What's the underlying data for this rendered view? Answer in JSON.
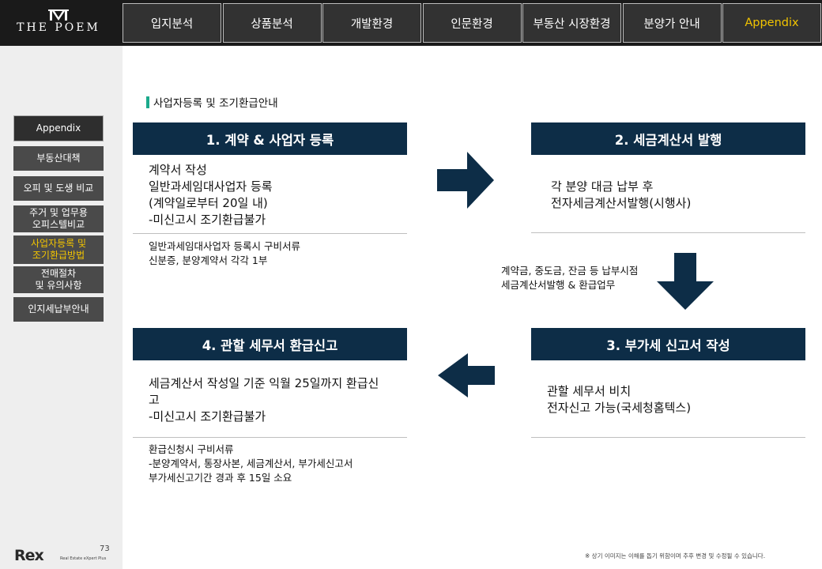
{
  "brand": {
    "logo_text": "THE POEM"
  },
  "nav": {
    "tabs": [
      {
        "label": "입지분석"
      },
      {
        "label": "상품분석"
      },
      {
        "label": "개발환경"
      },
      {
        "label": "인문환경"
      },
      {
        "label": "부동산  시장환경"
      },
      {
        "label": "분양가 안내"
      },
      {
        "label": "Appendix"
      }
    ],
    "active_tab": "Appendix",
    "active_color": "#f2c400"
  },
  "sidebar": {
    "items": [
      {
        "label": "Appendix"
      },
      {
        "label": "부동산대책"
      },
      {
        "label": "오피 및 도생 비교"
      },
      {
        "label": "주거 및 업무용\n오피스텔비교"
      },
      {
        "label": "사업자등록 및\n조기환급방법"
      },
      {
        "label": "전매절차\n및 유의사항"
      },
      {
        "label": "인지세납부안내"
      }
    ],
    "active_item": "사업자등록 및 조기환급방법",
    "page_number": "73",
    "footer_brand": "Rex",
    "footer_brand_sub": "Real Estate eXpert Plus"
  },
  "content": {
    "section_title": "사업자등록 및 조기환급안내",
    "accent_color": "#1ba98b",
    "header_color": "#0d2d47",
    "steps": [
      {
        "title": "1. 계약 & 사업자 등록",
        "main_lines": [
          "계약서 작성",
          "일반과세임대사업자 등록",
          "(계약일로부터 20일 내)",
          "-미신고시 조기환급불가"
        ],
        "sub_lines": [
          "일반과세임대사업자 등록시 구비서류",
          "신분증, 분양계약서 각각 1부"
        ]
      },
      {
        "title": "2. 세금계산서 발행",
        "main_lines": [
          "각 분양 대금 납부 후",
          "전자세금계산서발행(시행사)"
        ],
        "sub_lines": []
      },
      {
        "title": "3. 부가세 신고서 작성",
        "main_lines": [
          "관할 세무서 비치",
          "전자신고 가능(국세청홈텍스)"
        ],
        "sub_lines": []
      },
      {
        "title": "4. 관할 세무서 환급신고",
        "main_lines": [
          "세금계산서 작성일 기준 익월 25일까지 환급신",
          "고",
          "-미신고시 조기환급불가"
        ],
        "sub_lines": [
          "환급신청시 구비서류",
          "-분양계약서, 통장사본, 세금계산서, 부가세신고서",
          "부가세신고기간 경과 후 15일 소요"
        ]
      }
    ],
    "transition_note_lines": [
      "계약금, 중도금, 잔금 등 납부시점",
      "세금계산서발행 & 환급업무"
    ],
    "arrows": [
      "arrow-right-icon",
      "arrow-down-icon",
      "arrow-left-icon"
    ]
  },
  "footnote": "※ 상기 이미지는 이해를 돕기 위함이며 추후 변경 및 수정될 수 있습니다."
}
